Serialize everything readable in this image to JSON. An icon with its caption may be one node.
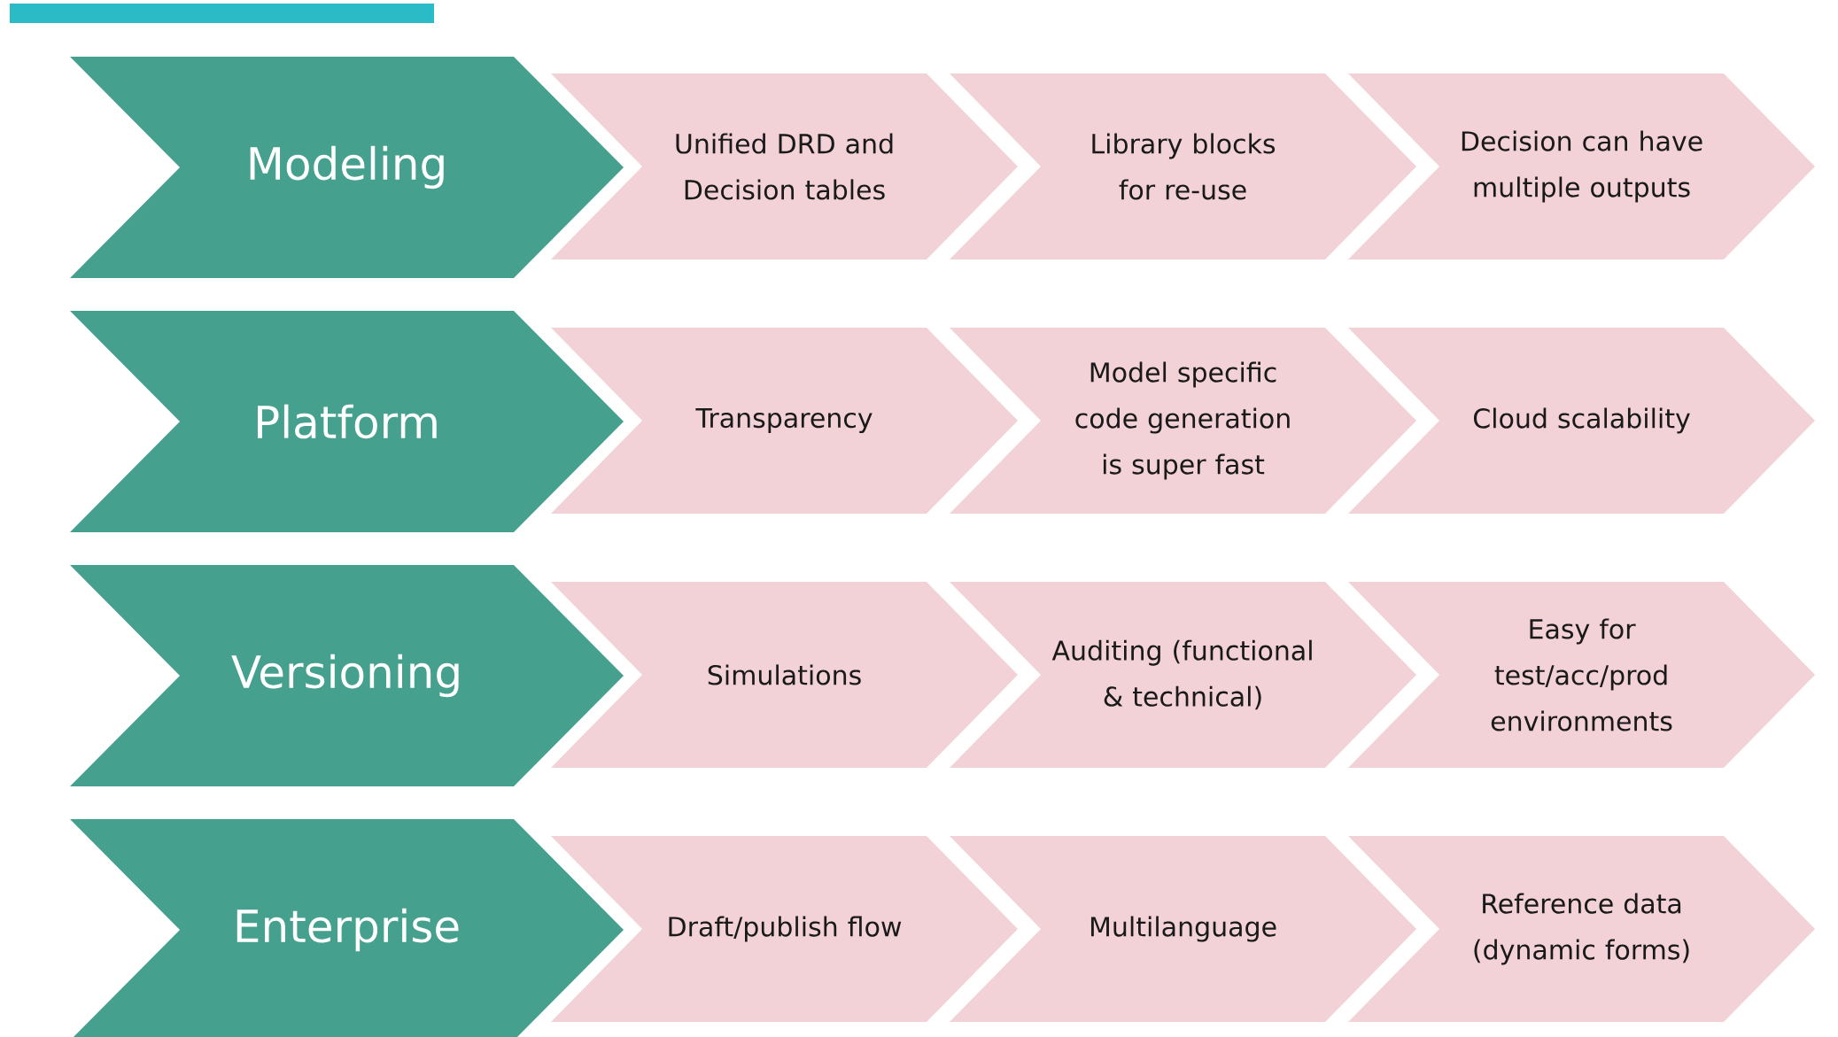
{
  "diagram": {
    "nodes": [
      {
        "text": [
          "Modeling"
        ]
      },
      {
        "text": [
          "Unified DRD and Decision tables"
        ]
      },
      {
        "text": [
          "Library blocks for re-use"
        ]
      },
      {
        "text": [
          "Decision can have multiple outputs"
        ]
      },
      {
        "text": [
          "Platform"
        ]
      },
      {
        "text": [
          "Transparency"
        ]
      },
      {
        "text": [
          "Model specific code generation is super fast"
        ]
      },
      {
        "text": [
          "Cloud scalability"
        ]
      },
      {
        "text": [
          "Versioning"
        ]
      },
      {
        "text": [
          "Simulations"
        ]
      },
      {
        "text": [
          "Auditing (functional & technical)"
        ]
      },
      {
        "text": [
          "Easy for test/acc/prod environments"
        ]
      },
      {
        "text": [
          "Enterprise"
        ]
      },
      {
        "text": [
          "Draft/publish flow"
        ]
      },
      {
        "text": [
          "Multilanguage"
        ]
      },
      {
        "text": [
          "Reference data (dynamic forms)"
        ]
      }
    ]
  }
}
